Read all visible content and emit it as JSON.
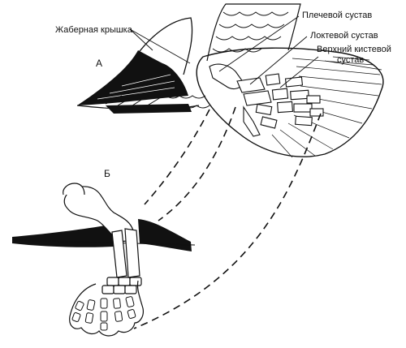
{
  "labels": {
    "gill_cover": "Жаберная крышка",
    "shoulder_joint": "Плечевой сустав",
    "elbow_joint": "Локтевой сустав",
    "upper_wrist_joint_line1": "Верхний кистевой",
    "upper_wrist_joint_line2": "сустав"
  },
  "panels": {
    "a": "А",
    "b": "Б"
  },
  "colors": {
    "ink": "#111111",
    "paper": "#ffffff"
  }
}
